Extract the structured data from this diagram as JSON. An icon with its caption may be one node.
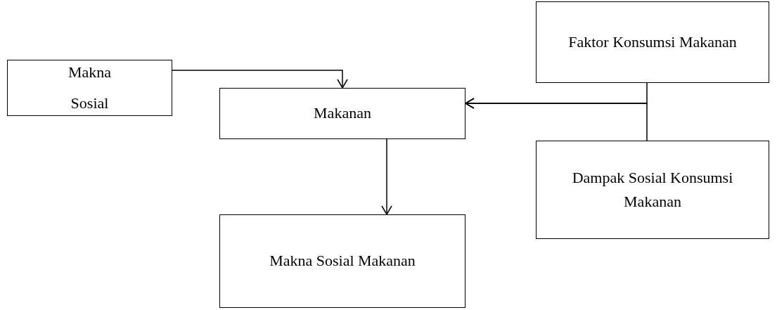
{
  "diagram": {
    "nodes": [
      {
        "text": [
          "Makna Sosial"
        ]
      },
      {
        "text": [
          "Makanan"
        ]
      },
      {
        "text": [
          "Faktor Konsumsi Makanan"
        ]
      },
      {
        "text": [
          "Dampak Sosial Konsumsi Makanan"
        ]
      },
      {
        "text": [
          "Makna Sosial Makanan"
        ]
      }
    ],
    "edges": [
      {
        "from": 0,
        "to": 1,
        "arrow": "to"
      },
      {
        "from": 2,
        "to": 1,
        "arrow": "to"
      },
      {
        "from": 3,
        "to": 1,
        "arrow": "to"
      },
      {
        "from": 1,
        "to": 4,
        "arrow": "to"
      }
    ]
  }
}
